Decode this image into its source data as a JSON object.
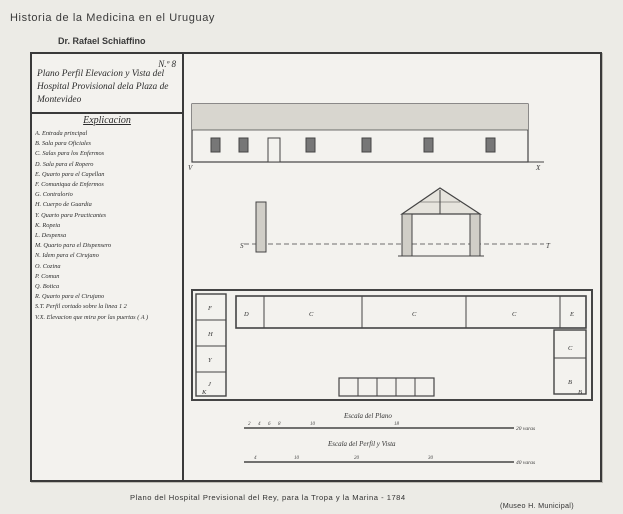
{
  "header": {
    "title": "Historia de la Medicina en el Uruguay",
    "author": "Dr. Rafael Schiaffino"
  },
  "plate": {
    "number": "N.º 8",
    "title_lines": [
      "Plano Perfil Elevacion y Vista del",
      "Hospital Provisional dela Plaza de",
      "Montevideo"
    ],
    "legend_title": "Explicacion",
    "legend": [
      "A. Entrada principal",
      "B. Sala para Oficiales",
      "C. Salas para los Enfermos",
      "D. Sala para el Ropero",
      "E. Quarto para el Capellan",
      "F. Comuniqua de Enfermos",
      "G. Contralorio",
      "H. Cuerpo de Guardia",
      "Y. Quarto para Practicantes",
      "K. Ropeia",
      "L. Despensa",
      "M. Quarto para el Dispensero",
      "N. Idem para el Cirujano",
      "O. Cozina",
      "P. Comun",
      "Q. Botica",
      "R. Quarto para el Cirujano",
      "S.T. Perfil cortado sobre la linea 1 2",
      "V.X. Elevacion que mira por las puertas ( A )"
    ],
    "scale_1_label": "Escala del Plano",
    "scale_2_label": "Escala del Perfil y Vista",
    "scale_1_end": "20 varas",
    "scale_2_end": "40 varas",
    "scale_ticks_1": [
      "2",
      "4",
      "6",
      "8",
      "10",
      "18"
    ],
    "scale_ticks_2": [
      "4",
      "10",
      "20",
      "30"
    ],
    "letter_S": "S",
    "letter_T": "T",
    "letter_V": "V",
    "letter_X": "X",
    "room_labels": [
      "D",
      "C",
      "C",
      "C",
      "E",
      "C",
      "B",
      "F",
      "H",
      "Y",
      "J",
      "K",
      "B"
    ]
  },
  "footer": {
    "caption": "Plano del Hospital Previsional del Rey, para la Tropa y la Marina - 1784",
    "credit": "(Museo H. Municipal)"
  }
}
